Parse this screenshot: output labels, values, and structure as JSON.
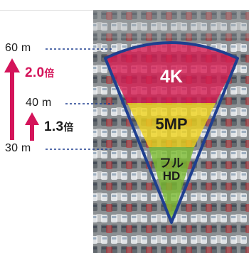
{
  "distances": {
    "far": "60 m",
    "mid": "40 m",
    "near": "30 m"
  },
  "ratios": {
    "far": {
      "value": "2.0",
      "suffix": "倍"
    },
    "mid": {
      "value": "1.3",
      "suffix": "倍"
    }
  },
  "zones": {
    "top": {
      "label": "4K",
      "color": "#d9184f"
    },
    "middle": {
      "label": "5MP",
      "color": "#f2d51a"
    },
    "bottom": {
      "line1": "フル",
      "line2": "HD",
      "color": "#7cbd2e"
    }
  },
  "colors": {
    "arrow_accent": "#d4145a",
    "arrow_dark": "#1c1c1c",
    "guide_line": "#1f3f8f",
    "cone_outline": "#1f3f8f",
    "parking_background": "#8f9396"
  },
  "background_scene": "parking-lot-aerial-photo"
}
